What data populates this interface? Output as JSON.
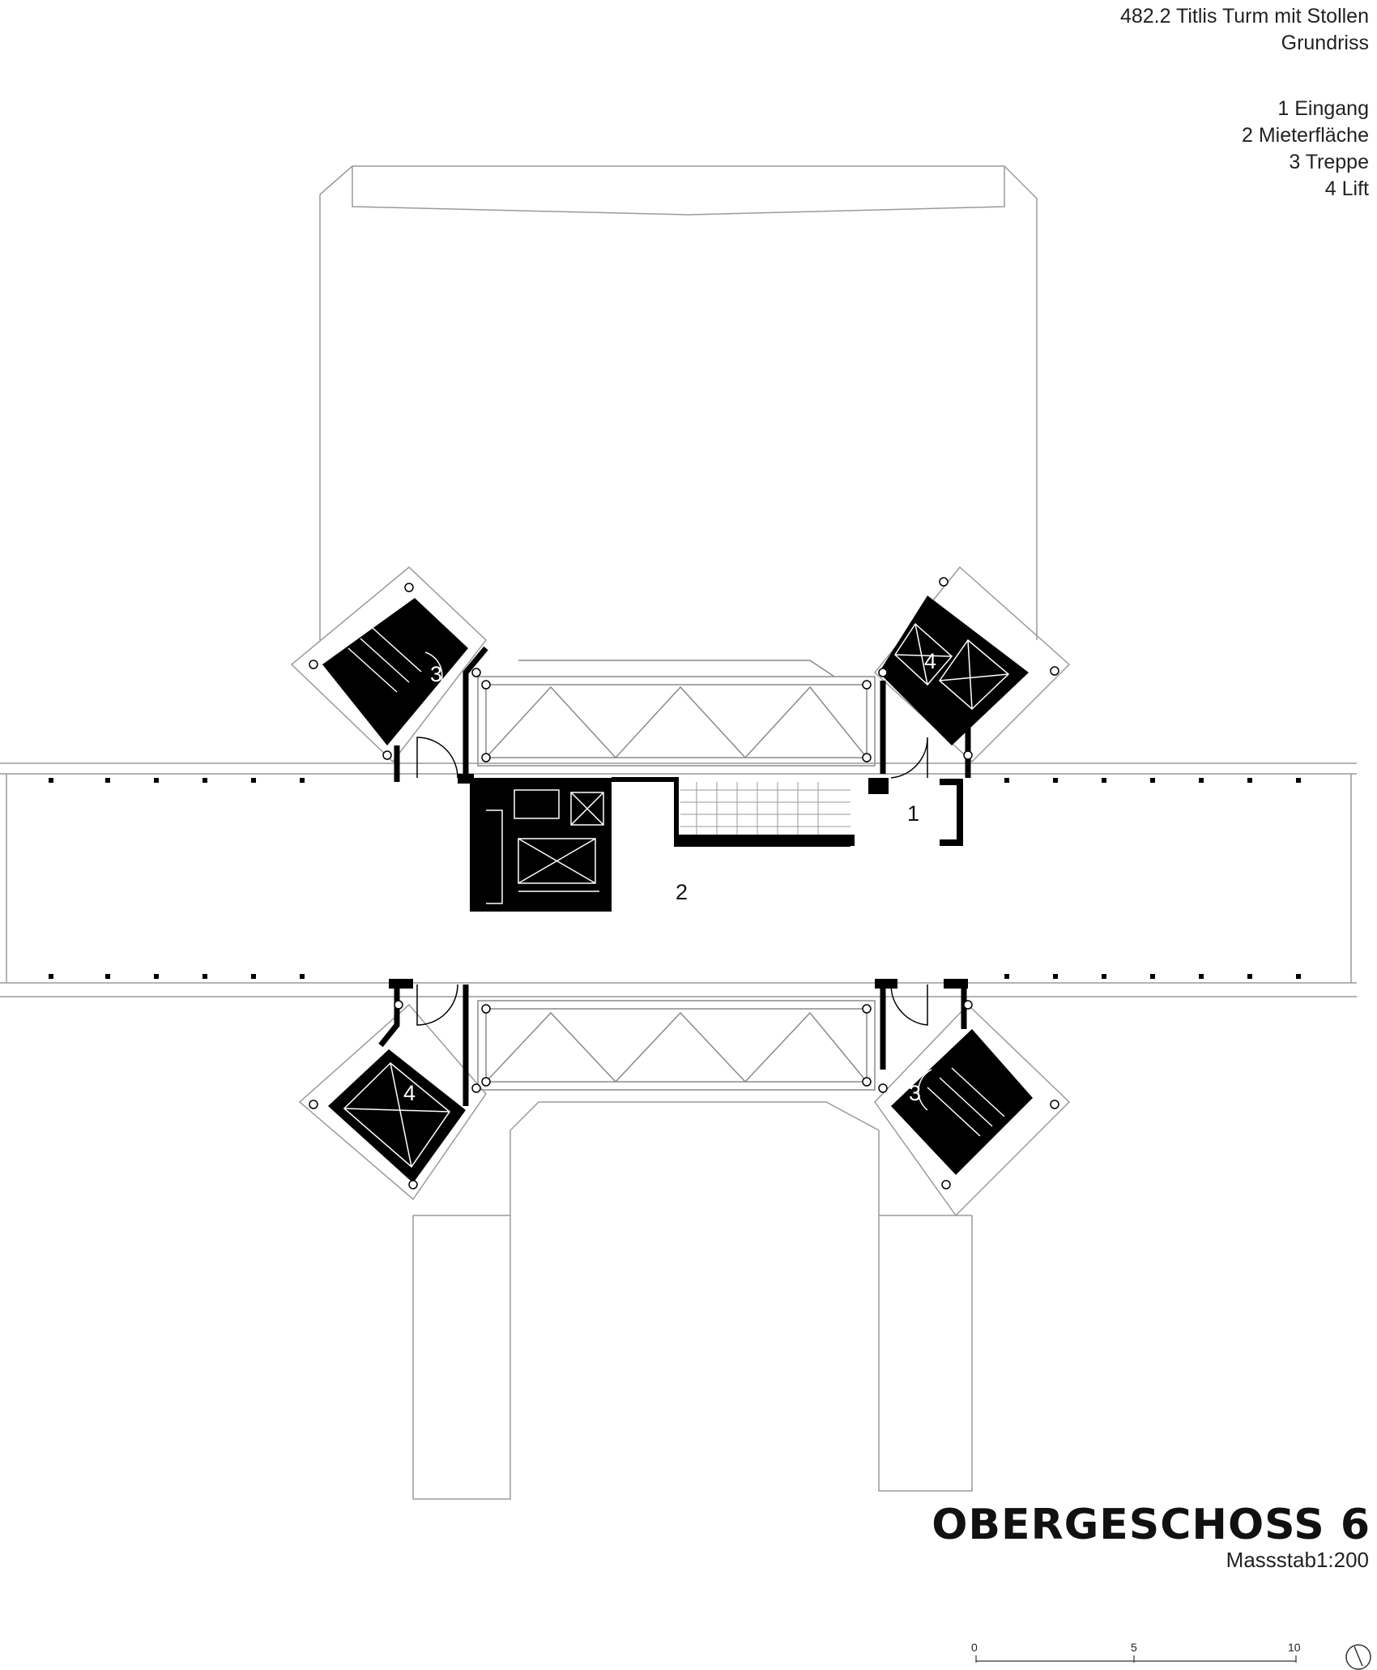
{
  "header": {
    "project": "482.2 Titlis Turm mit Stollen",
    "drawing_type": "Grundriss"
  },
  "legend": [
    {
      "text": "1 Eingang"
    },
    {
      "text": "2 Mieterfläche"
    },
    {
      "text": "3 Treppe"
    },
    {
      "text": "4 Lift"
    }
  ],
  "plan_labels": {
    "eingang": "1",
    "mieterflaeche": "2",
    "treppe_nw": "3",
    "treppe_se": "3",
    "lift_ne": "4",
    "lift_sw": "4"
  },
  "footer": {
    "floor": "OBERGESCHOSS 6",
    "scale": "Massstab1:200"
  },
  "scale_bar": {
    "ticks": [
      "0",
      "5",
      "10"
    ]
  },
  "colors": {
    "wall": "#000000",
    "outline": "#9a9a9a"
  },
  "icons": {
    "north_arrow": "north-arrow-icon"
  }
}
